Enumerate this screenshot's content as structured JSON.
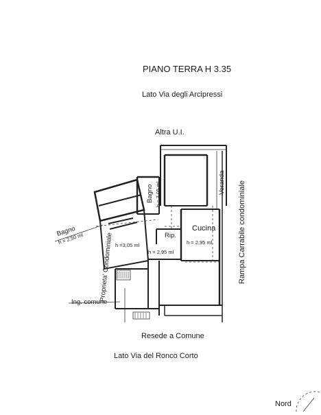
{
  "header": {
    "title": "PIANO TERRA H 3.35",
    "side_top": "Lato Via degli Arcipressi"
  },
  "labels": {
    "altra_ui": "Altra U.I.",
    "bagno_upper": "Bagno",
    "bagno_upper_h": "h = 3,05 ml",
    "veranda": "Veranda",
    "rampa": "Rampa Carrabile condominiale",
    "bagno_left": "Bagno",
    "bagno_left_h": "h = 2,50 ml",
    "proprieta": "Proprieta' Condominiale",
    "rip": "Rip.",
    "cucina": "Cucina",
    "cucina_h": "h = 2,95 ml",
    "room_h_305": "h =3,05 ml",
    "room_h_295": "h = 2,95 ml",
    "ing_comune": "Ing. comune",
    "resede": "Resede a Comune",
    "side_bottom": "Lato Via del Ronco Corto",
    "nord": "Nord"
  },
  "colors": {
    "ink": "#1a1a1a",
    "wall": "#222222",
    "background": "#ffffff"
  }
}
